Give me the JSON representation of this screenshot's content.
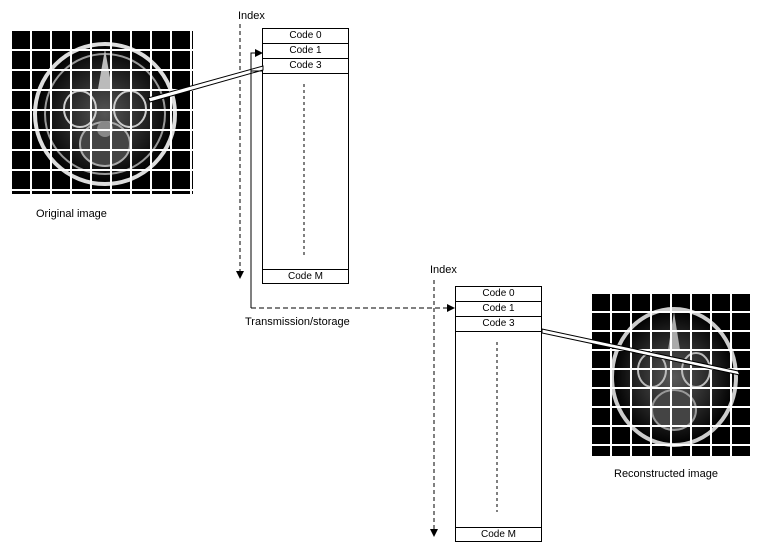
{
  "encoder": {
    "index_label": "Index",
    "codes": [
      "Code 0",
      "Code 1",
      "Code 3"
    ],
    "last_code": "Code M",
    "image_caption": "Original image"
  },
  "channel": {
    "label": "Transmission/storage"
  },
  "decoder": {
    "index_label": "Index",
    "codes": [
      "Code 0",
      "Code 1",
      "Code 3"
    ],
    "last_code": "Code M",
    "image_caption": "Reconstructed image"
  }
}
